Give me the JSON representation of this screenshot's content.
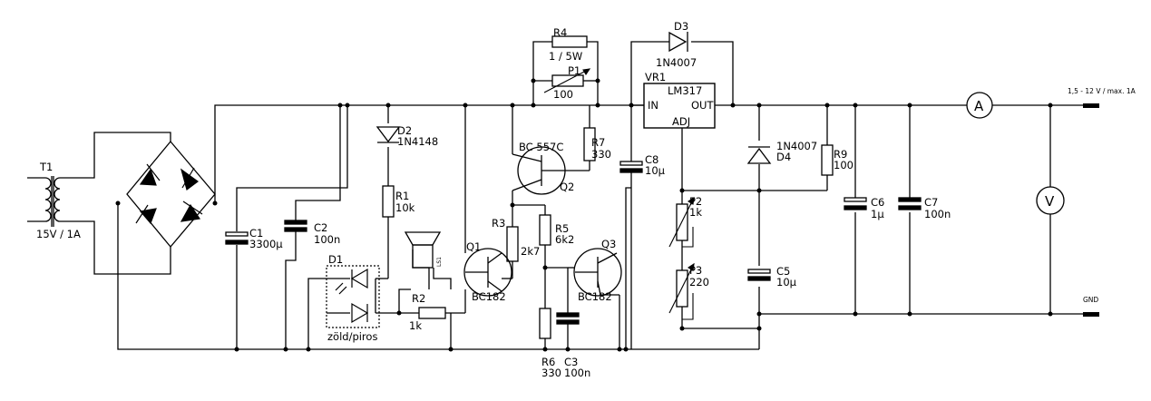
{
  "components": {
    "T1": {
      "ref": "T1",
      "value": "15V / 1A"
    },
    "C1": {
      "ref": "C1",
      "value": "3300µ"
    },
    "C2": {
      "ref": "C2",
      "value": "100n"
    },
    "D1": {
      "ref": "D1",
      "value": "zöld/piros"
    },
    "D2": {
      "ref": "D2",
      "value": "1N4148"
    },
    "R1": {
      "ref": "R1",
      "value": "10k"
    },
    "R2": {
      "ref": "R2",
      "value": "1k"
    },
    "LS1": {
      "ref": "LS1"
    },
    "Q1": {
      "ref": "Q1",
      "value": "BC182"
    },
    "Q2": {
      "ref": "Q2",
      "value": "BC 557C"
    },
    "Q3": {
      "ref": "Q3",
      "value": "BC182"
    },
    "R3": {
      "ref": "R3",
      "value": "2k7"
    },
    "R4": {
      "ref": "R4",
      "value": "1 / 5W"
    },
    "P1": {
      "ref": "P1",
      "value": "100"
    },
    "R5": {
      "ref": "R5",
      "value": "6k2"
    },
    "R6": {
      "ref": "R6",
      "value": "330"
    },
    "R7": {
      "ref": "R7",
      "value": "330"
    },
    "C3": {
      "ref": "C3",
      "value": "100n"
    },
    "C8": {
      "ref": "C8",
      "value": "10µ"
    },
    "D3": {
      "ref": "D3",
      "value": "1N4007"
    },
    "VR1": {
      "ref": "VR1",
      "value": "LM317",
      "pin_in": "IN",
      "pin_out": "OUT",
      "pin_adj": "ADJ"
    },
    "P2": {
      "ref": "P2",
      "value": "1k"
    },
    "P3": {
      "ref": "P3",
      "value": "220"
    },
    "C5": {
      "ref": "C5",
      "value": "10µ"
    },
    "D4": {
      "ref": "D4",
      "value": "1N4007"
    },
    "R9": {
      "ref": "R9",
      "value": "100"
    },
    "C6": {
      "ref": "C6",
      "value": "1µ"
    },
    "C7": {
      "ref": "C7",
      "value": "100n"
    }
  },
  "meters": {
    "ammeter": "A",
    "voltmeter": "V"
  },
  "terminals": {
    "output_label": "1,5 - 12 V / max. 1A",
    "gnd_label": "GND"
  }
}
